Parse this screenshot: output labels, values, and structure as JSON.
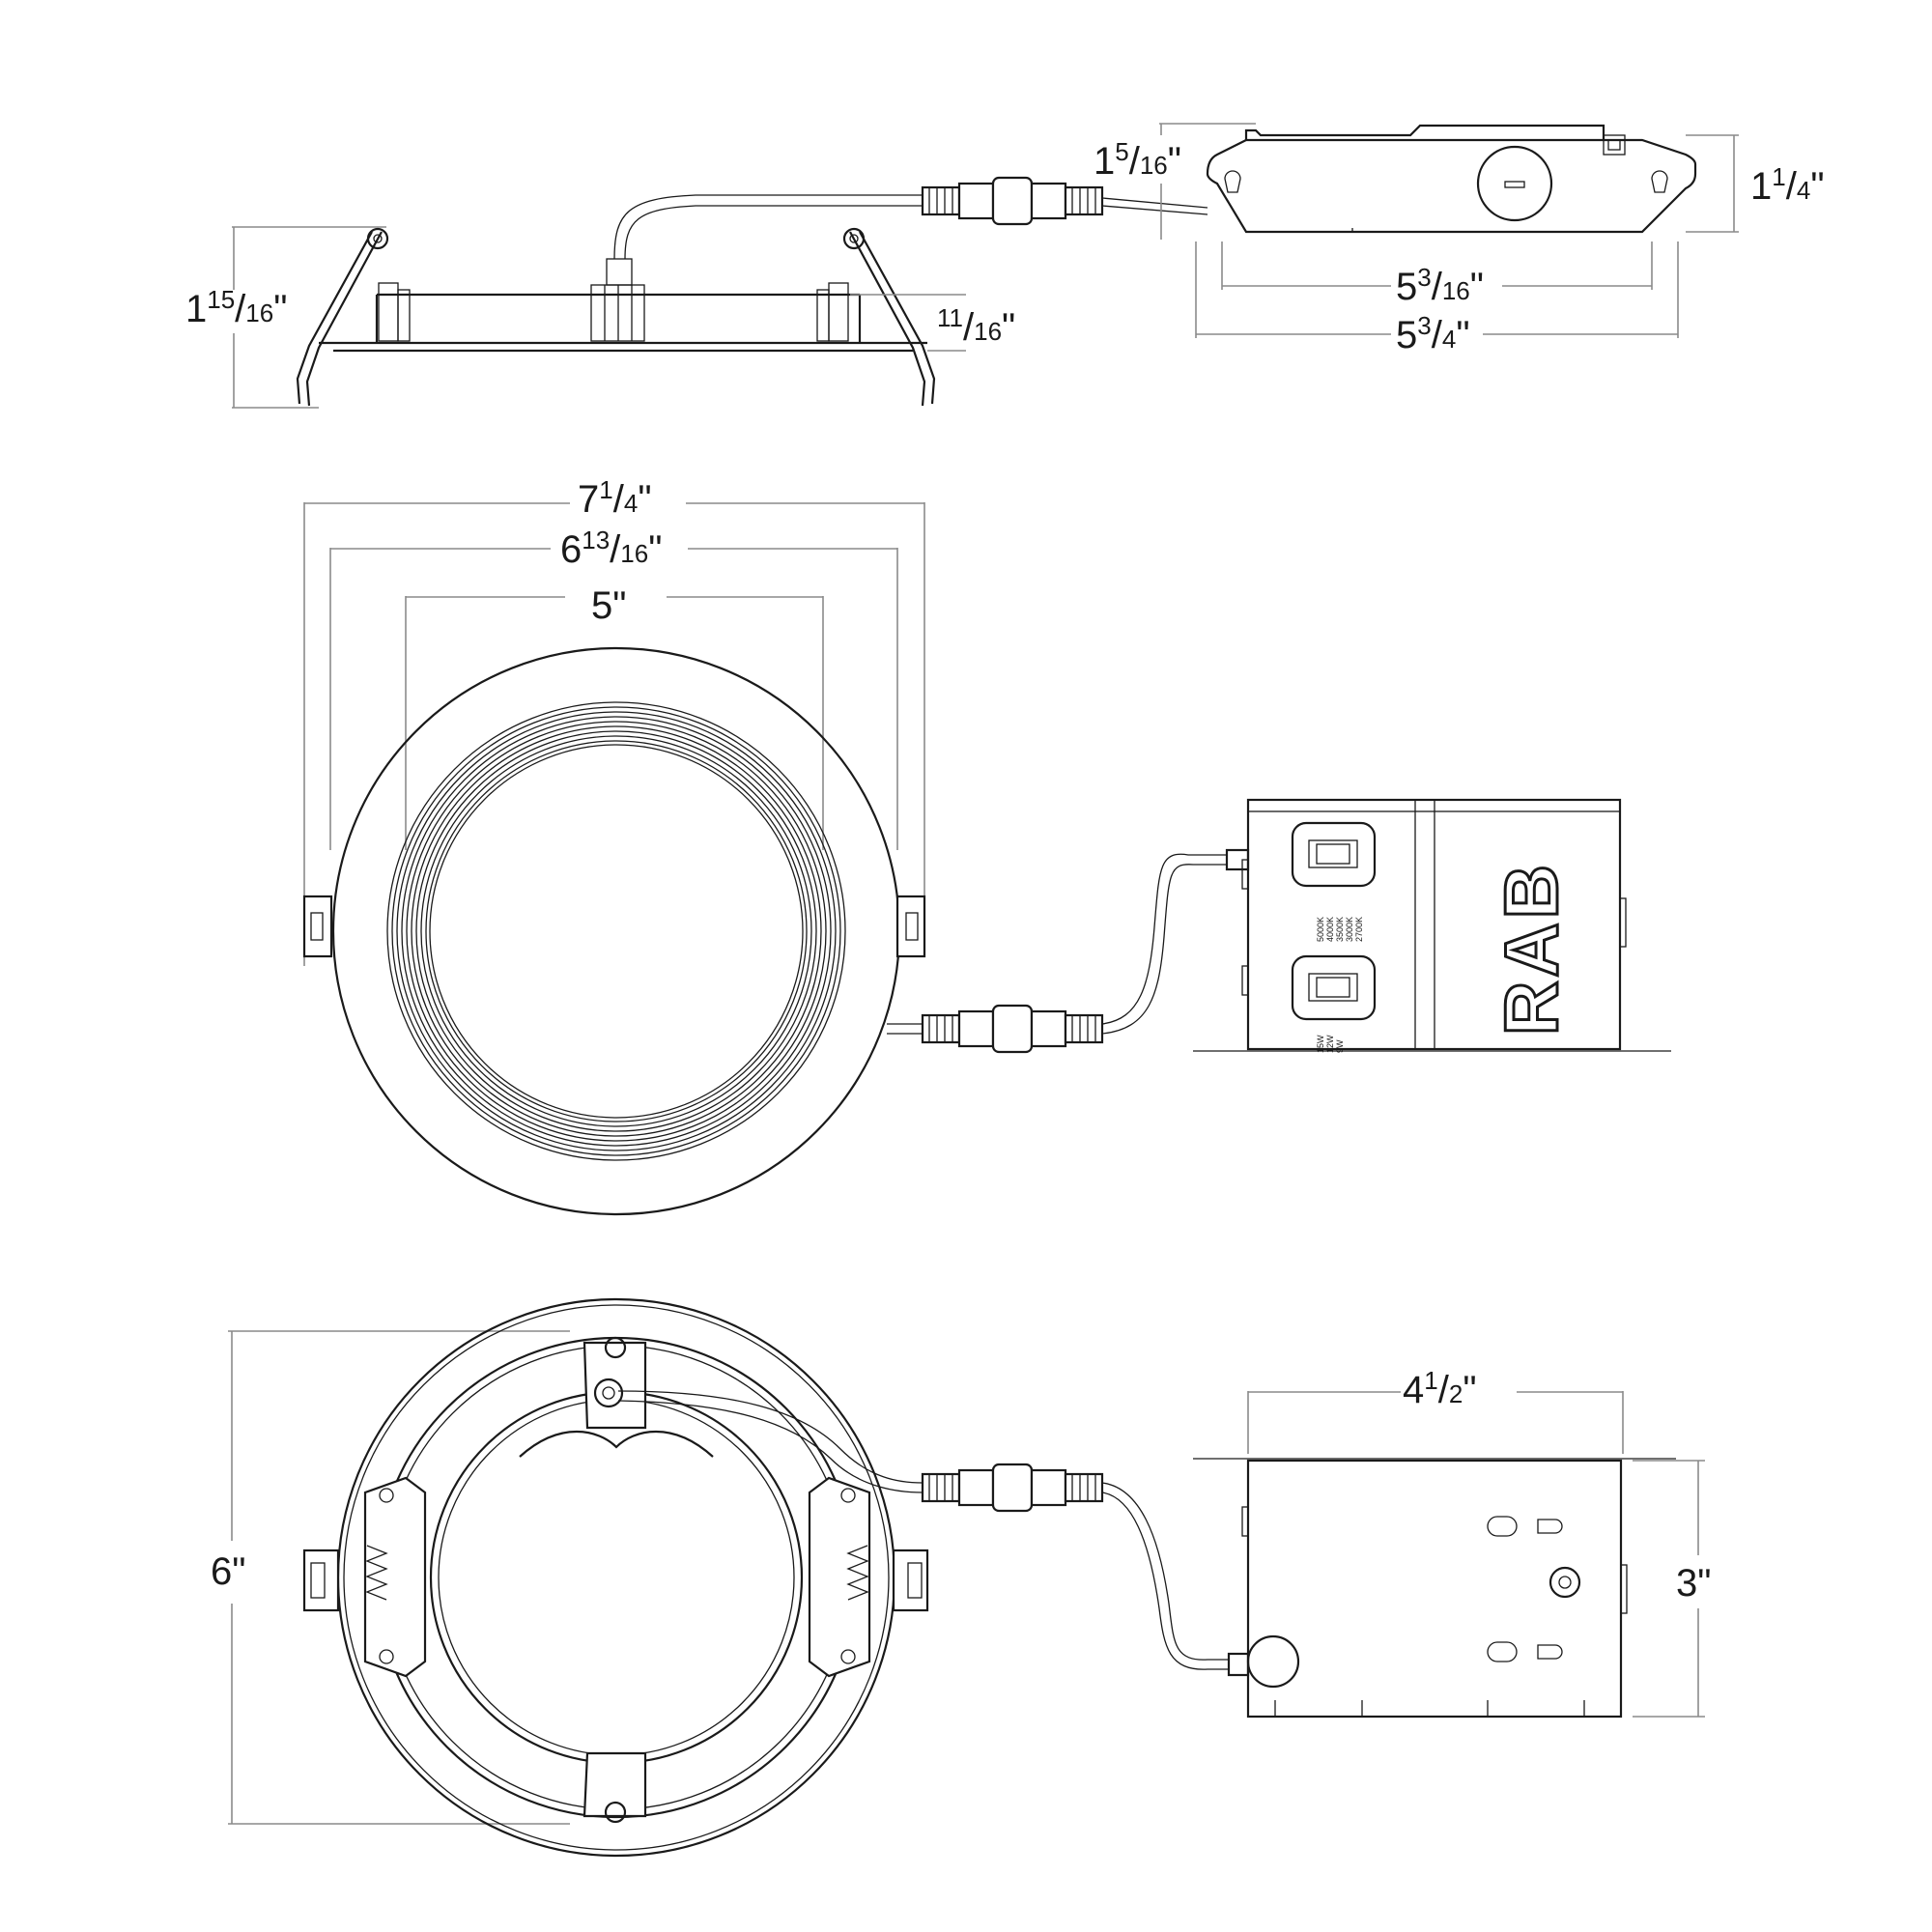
{
  "side_view": {
    "height_label": {
      "whole": "1",
      "num": "15",
      "den": "16",
      "unit": "\""
    },
    "flange_label": {
      "whole": "",
      "num": "11",
      "den": "16",
      "unit": "\""
    }
  },
  "driver_side": {
    "height_label": {
      "whole": "1",
      "num": "5",
      "den": "16",
      "unit": "\""
    },
    "depth_label": {
      "whole": "1",
      "num": "1",
      "den": "4",
      "unit": "\""
    },
    "inner_length_label": {
      "whole": "5",
      "num": "3",
      "den": "16",
      "unit": "\""
    },
    "outer_length_label": {
      "whole": "5",
      "num": "3",
      "den": "4",
      "unit": "\""
    }
  },
  "front_view": {
    "outer_label": {
      "whole": "7",
      "num": "1",
      "den": "4",
      "unit": "\""
    },
    "trim_label": {
      "whole": "6",
      "num": "13",
      "den": "16",
      "unit": "\""
    },
    "aperture_label": {
      "whole": "5",
      "num": "",
      "den": "",
      "unit": "\""
    }
  },
  "driver_box": {
    "logo": "RAB",
    "cct_options": [
      "5000K",
      "4000K",
      "3500K",
      "3000K",
      "2700K"
    ],
    "watt_options": [
      "15W",
      "12W",
      "9W"
    ]
  },
  "back_view": {
    "cutout_label": {
      "whole": "6",
      "num": "",
      "den": "",
      "unit": "\""
    },
    "box_width_label": {
      "whole": "4",
      "num": "1",
      "den": "2",
      "unit": "\""
    },
    "box_height_label": {
      "whole": "3",
      "num": "",
      "den": "",
      "unit": "\""
    }
  }
}
